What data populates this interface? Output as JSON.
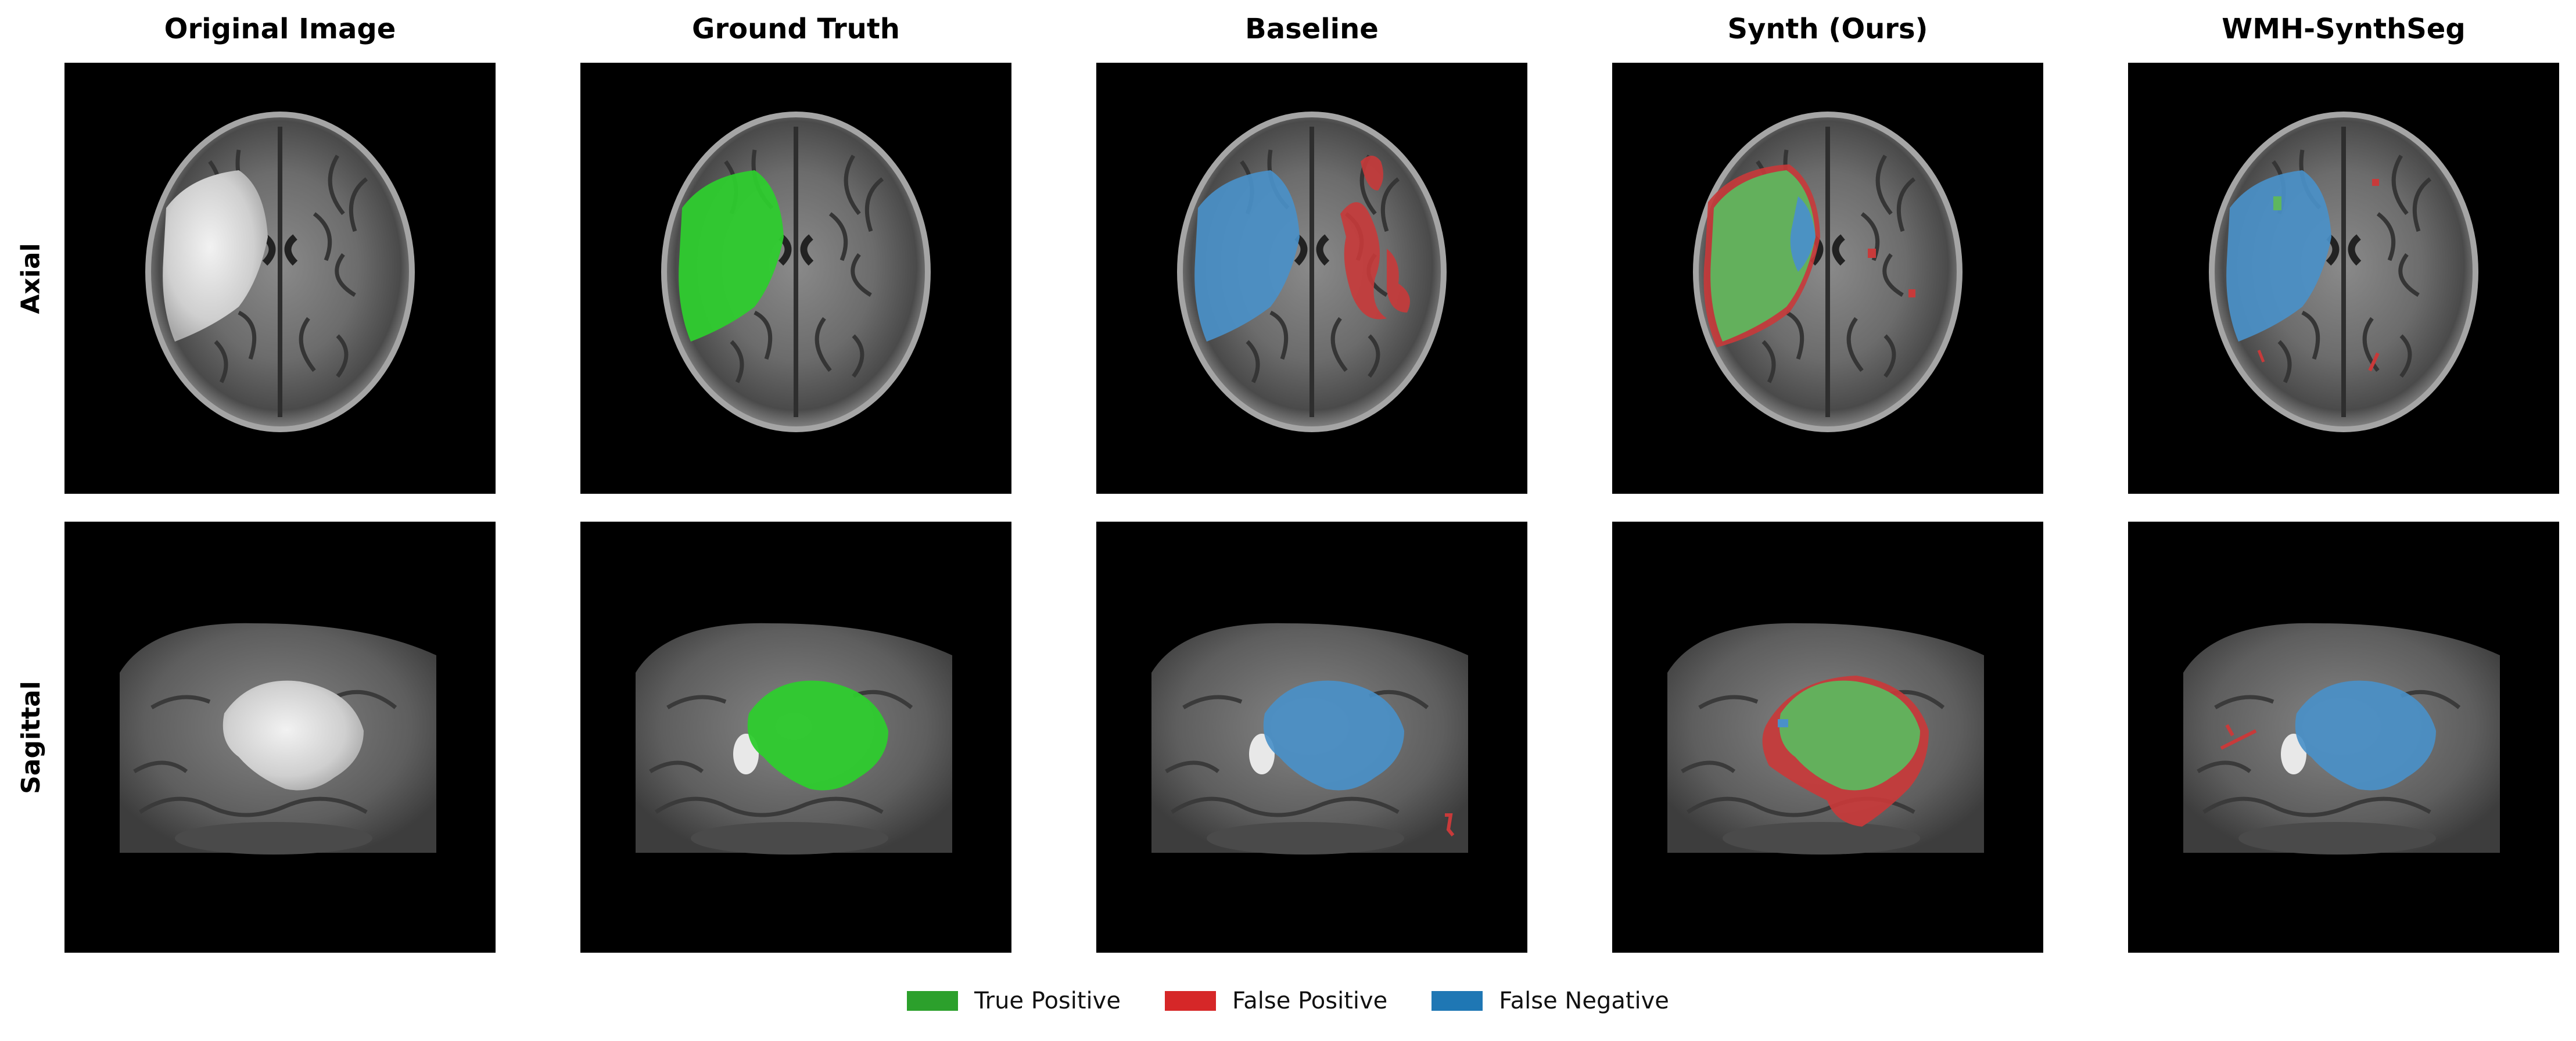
{
  "columns": [
    "Original Image",
    "Ground Truth",
    "Baseline",
    "Synth (Ours)",
    "WMH-SynthSeg"
  ],
  "rows": [
    "Axial",
    "Sagittal"
  ],
  "legend": [
    {
      "label": "True Positive",
      "color": "#2ca02c"
    },
    {
      "label": "False Positive",
      "color": "#d62728"
    },
    {
      "label": "False Negative",
      "color": "#1f77b4"
    }
  ]
}
